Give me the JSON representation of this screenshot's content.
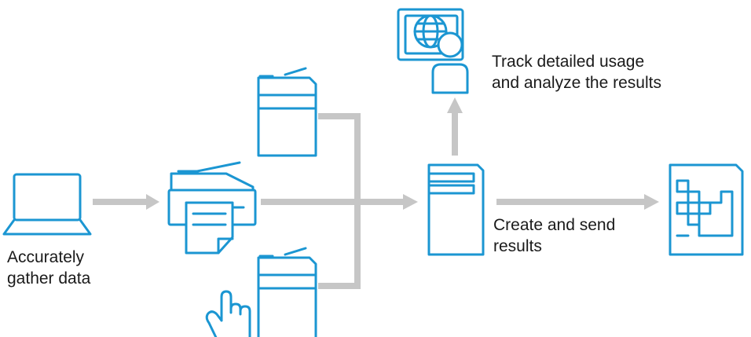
{
  "colors": {
    "icon_blue": "#1b96d2",
    "arrow_gray": "#c6c6c6",
    "text": "#1a1a1a"
  },
  "icons": [
    "laptop-icon",
    "multifunction-printer-icon",
    "printer-icon",
    "server-icon",
    "analyst-monitor-icon",
    "report-document-icon",
    "touch-hand-icon"
  ],
  "labels": {
    "gather": [
      "Accurately",
      "gather data"
    ],
    "track": [
      "Track detailed usage",
      "and analyze the results"
    ],
    "create": [
      "Create and send",
      "results"
    ]
  }
}
